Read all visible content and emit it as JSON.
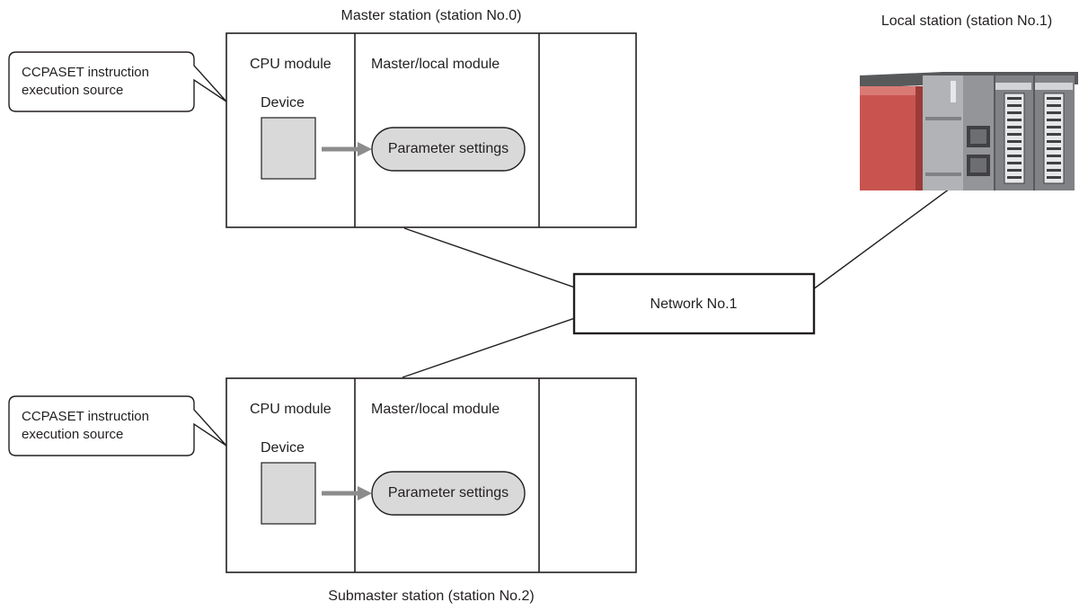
{
  "labels": {
    "master_title": "Master station (station No.0)",
    "local_title": "Local station (station No.1)",
    "submaster_title": "Submaster station (station No.2)",
    "network": "Network No.1"
  },
  "master": {
    "cpu_module": "CPU module",
    "master_local_module": "Master/local module",
    "device": "Device",
    "parameter_settings": "Parameter settings",
    "callout_line1": "CCPASET instruction",
    "callout_line2": "execution source"
  },
  "submaster": {
    "cpu_module": "CPU module",
    "master_local_module": "Master/local module",
    "device": "Device",
    "parameter_settings": "Parameter settings",
    "callout_line1": "CCPASET instruction",
    "callout_line2": "execution source"
  },
  "colors": {
    "line": "#231f20",
    "device_fill": "#d9d9d9",
    "pill_fill": "#d9d9d9",
    "arrow": "#8c8c8c",
    "plc_red": "#c9544f",
    "plc_gray": "#a7a9ac"
  },
  "icons": {
    "local_station": "plc-hardware-icon"
  }
}
